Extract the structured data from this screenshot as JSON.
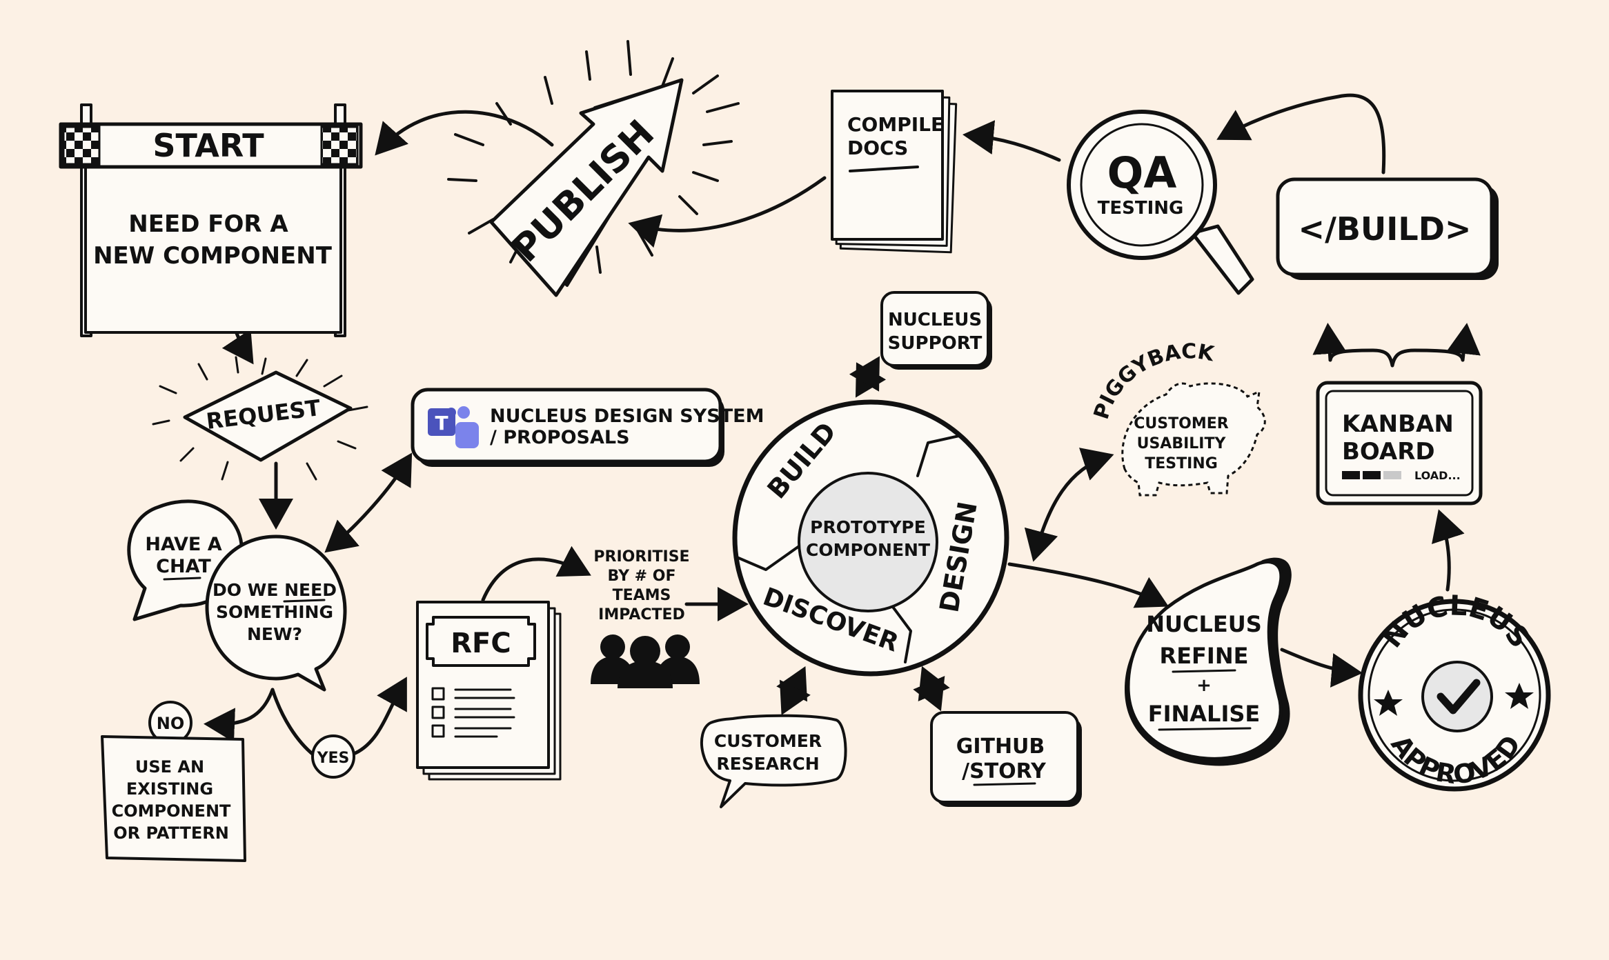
{
  "start_sign": {
    "title": "START",
    "line1": "NEED FOR A",
    "line2": "NEW COMPONENT"
  },
  "publish": {
    "label": "PUBLISH"
  },
  "compile_docs": {
    "line1": "COMPILE",
    "line2": "DOCS"
  },
  "qa": {
    "title": "QA",
    "subtitle": "TESTING"
  },
  "build_box": {
    "label": "</BUILD>"
  },
  "request": {
    "label": "REQUEST"
  },
  "teams_channel": {
    "line1": "NUCLEUS DESIGN SYSTEM",
    "line2": "/ PROPOSALS"
  },
  "have_a_chat": {
    "line1": "HAVE A",
    "line2": "CHAT"
  },
  "decision": {
    "line1": "DO WE NEED",
    "line2": "SOMETHING",
    "line3": "NEW?"
  },
  "no_answer": {
    "label": "NO"
  },
  "yes_answer": {
    "label": "YES"
  },
  "existing": {
    "line1": "USE AN",
    "line2": "EXISTING",
    "line3": "COMPONENT",
    "line4": "OR PATTERN"
  },
  "rfc": {
    "label": "RFC"
  },
  "prioritise": {
    "line1": "PRIORITISE",
    "line2": "BY # OF",
    "line3": "TEAMS",
    "line4": "IMPACTED"
  },
  "nucleus_support": {
    "line1": "NUCLEUS",
    "line2": "SUPPORT"
  },
  "cycle": {
    "build": "BUILD",
    "design": "DESIGN",
    "discover": "DISCOVER",
    "center_line1": "PROTOTYPE",
    "center_line2": "COMPONENT"
  },
  "piggyback": {
    "arc": "PIGGYBACK",
    "line1": "CUSTOMER",
    "line2": "USABILITY",
    "line3": "TESTING"
  },
  "kanban": {
    "line1": "KANBAN",
    "line2": "BOARD",
    "load": "LOAD..."
  },
  "customer_research": {
    "line1": "CUSTOMER",
    "line2": "RESEARCH"
  },
  "github": {
    "line1": "GITHUB",
    "line2": "/STORY"
  },
  "refine": {
    "line1": "NUCLEUS",
    "line2": "REFINE",
    "line3": "+",
    "line4": "FINALISE"
  },
  "approved": {
    "top": "NUCLEUS",
    "bottom": "APPROVED"
  },
  "icons": [
    "checkered-flag-icon",
    "teams-logo-icon",
    "people-icon",
    "magnifier-icon",
    "checkmark-icon",
    "star-icon"
  ]
}
